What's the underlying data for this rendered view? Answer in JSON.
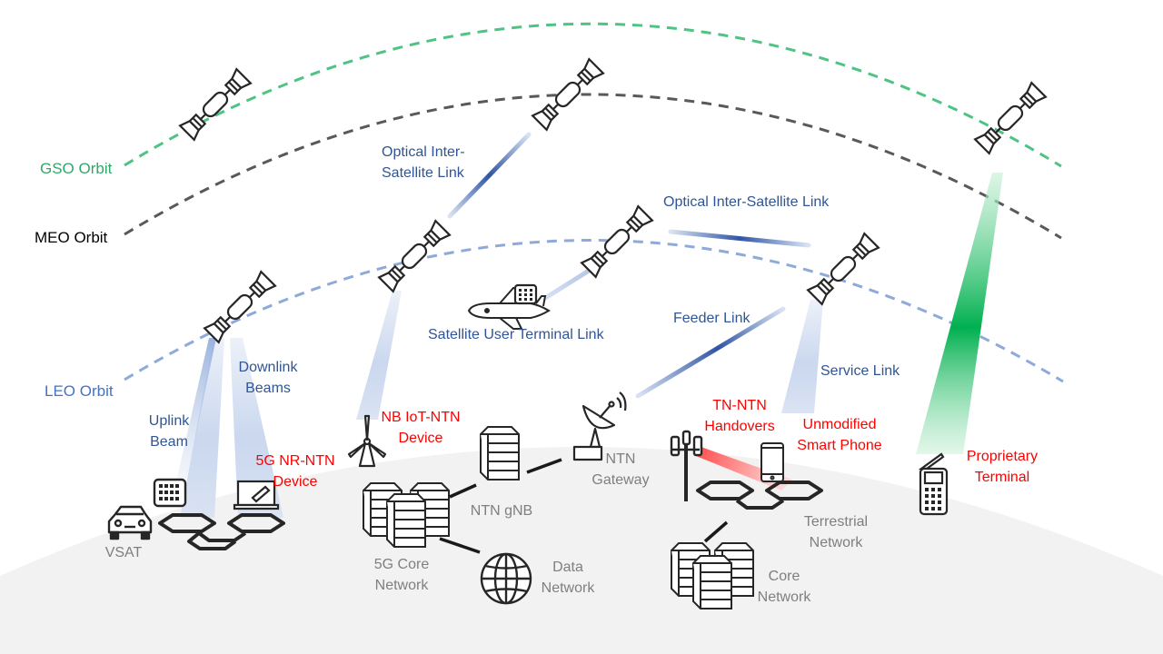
{
  "colors": {
    "gso": "#4fc384",
    "meo": "#595959",
    "leo": "#8eaadb",
    "link_blue": "#2f55a4",
    "label_blue": "#2f5597",
    "label_red": "#ff0000",
    "label_gray": "#7f7f7f",
    "icon": "#262626",
    "earth": "#f2f2f2",
    "beam_green": "#00b050"
  },
  "orbits": {
    "gso": "GSO Orbit",
    "meo": "MEO Orbit",
    "leo": "LEO Orbit"
  },
  "links": {
    "optical_isl_1": "Optical Inter-\nSatellite Link",
    "optical_isl_2": "Optical Inter-Satellite Link",
    "satellite_user_terminal": "Satellite User Terminal Link",
    "feeder": "Feeder Link",
    "service": "Service Link",
    "downlink_beams": "Downlink\nBeams",
    "uplink_beam": "Uplink\nBeam"
  },
  "devices": {
    "nr_ntn": "5G NR-NTN\nDevice",
    "nb_iot_ntn": "NB IoT-NTN\nDevice",
    "tn_ntn_handovers": "TN-NTN\nHandovers",
    "unmodified_phone": "Unmodified\nSmart Phone",
    "proprietary": "Proprietary\nTerminal"
  },
  "ground": {
    "vsat": "VSAT",
    "ntn_gnb": "NTN gNB",
    "ntn_gateway": "NTN\nGateway",
    "core_5g": "5G Core\nNetwork",
    "data_network": "Data\nNetwork",
    "terrestrial_network": "Terrestrial\nNetwork",
    "core_network": "Core\nNetwork"
  },
  "icons": {
    "satellite": "satellite-icon",
    "car": "car-icon",
    "iot_module": "iot-module-icon",
    "laptop": "laptop-icon",
    "wind_turbine": "wind-turbine-icon",
    "server": "server-icon",
    "dish": "satellite-dish-icon",
    "globe": "globe-icon",
    "tower": "cell-tower-icon",
    "phone": "smartphone-icon",
    "feature_phone": "feature-phone-icon",
    "airplane": "airplane-icon",
    "hex_cells": "hexagon-cells-icon"
  }
}
